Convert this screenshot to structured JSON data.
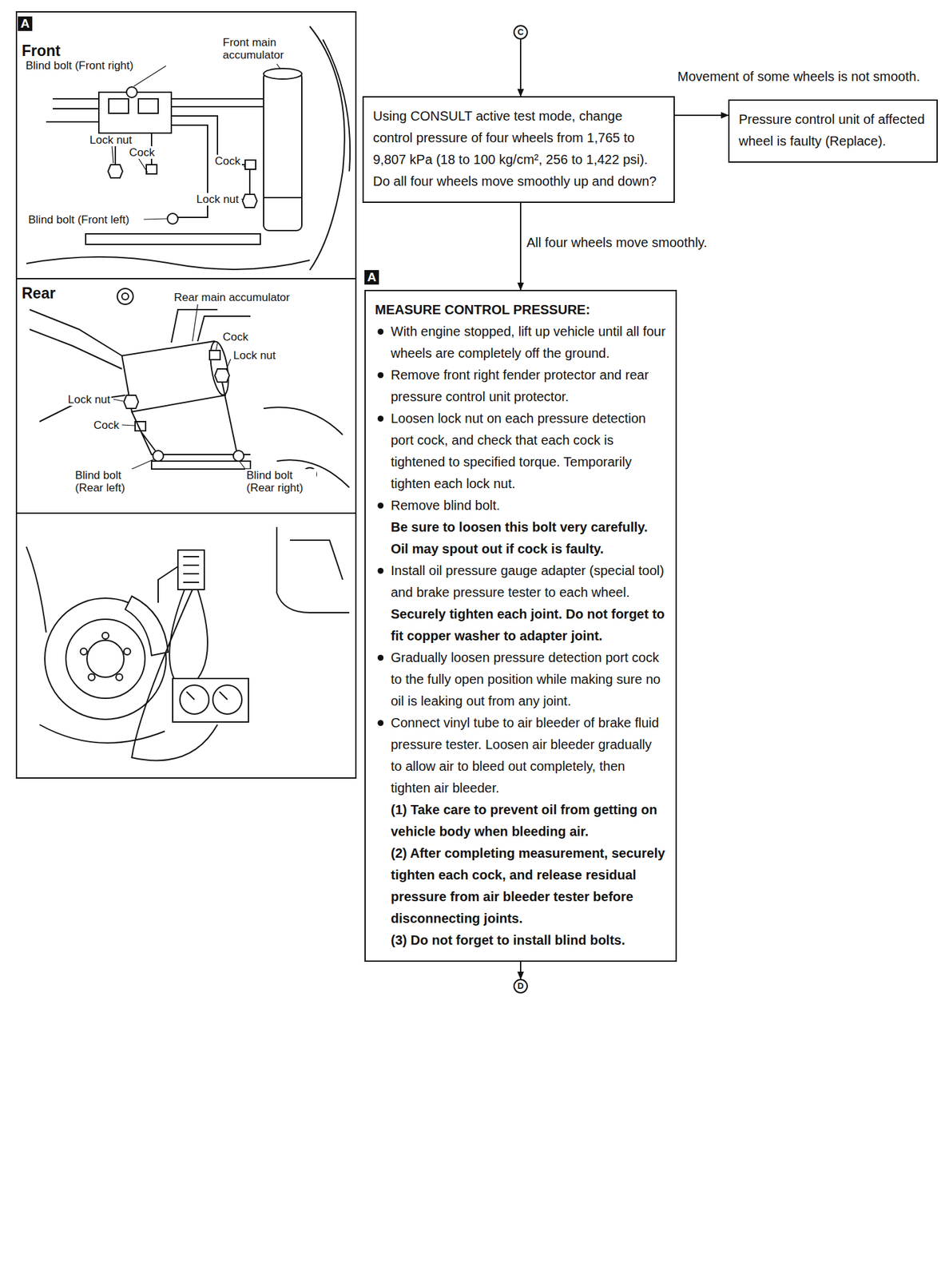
{
  "diagram": {
    "nodes": [
      {
        "text": [
          "C"
        ]
      },
      {
        "text": [
          "Using CONSULT active test mode, change control pressure of four wheels from 1,765 to 9,807 kPa (18 to 100 kg/cm², 256 to 1,422 psi). Do all four wheels move smoothly up and down?"
        ]
      },
      {
        "text": [
          "Pressure control unit of affected wheel is faulty (Replace)."
        ]
      },
      {
        "text": [
          "A",
          "MEASURE CONTROL PRESSURE:",
          "With engine stopped, lift up vehicle until all four wheels are completely off the ground.",
          "Remove front right fender protector and rear pressure control unit protector.",
          "Loosen lock nut on each pressure detection port cock, and check that each cock is tightened to specified torque. Temporarily tighten each lock nut.",
          "Remove blind bolt.",
          "Be sure to loosen this bolt very carefully. Oil may spout out if cock is faulty.",
          "Install oil pressure gauge adapter (special tool) and brake pressure tester to each wheel.",
          "Securely tighten each joint. Do not forget to fit copper washer to adapter joint.",
          "Gradually loosen pressure detection port cock to the fully open position while making sure no oil is leaking out from any joint.",
          "Connect vinyl tube to air bleeder of brake fluid pressure tester. Loosen air bleeder gradually to allow air to bleed out completely, then tighten air bleeder.",
          "(1) Take care to prevent oil from getting on vehicle body when bleeding air.",
          "(2) After completing measurement, securely tighten each cock, and release residual pressure from air bleeder tester before disconnecting joints.",
          "(3) Do not forget to install blind bolts."
        ]
      },
      {
        "text": [
          "D"
        ]
      }
    ],
    "edges": [
      {
        "from": 0,
        "to": 1,
        "arrow": "to"
      },
      {
        "from": 1,
        "to": 2,
        "label": "Movement of some wheels is not smooth.",
        "arrow": "to"
      },
      {
        "from": 1,
        "to": 3,
        "label": "All four wheels move smoothly.",
        "arrow": "to"
      },
      {
        "from": 3,
        "to": 4,
        "arrow": "to"
      }
    ],
    "labels": [
      "A",
      "Front",
      "Blind bolt (Front right)",
      "Front main accumulator",
      "Lock nut",
      "Cock",
      "Cock",
      "Lock nut",
      "Blind bolt (Front left)",
      "Rear",
      "Rear main accumulator",
      "Cock",
      "Lock nut",
      "Lock nut",
      "Cock",
      "Blind bolt (Rear left)",
      "Blind bolt (Rear right)"
    ]
  }
}
